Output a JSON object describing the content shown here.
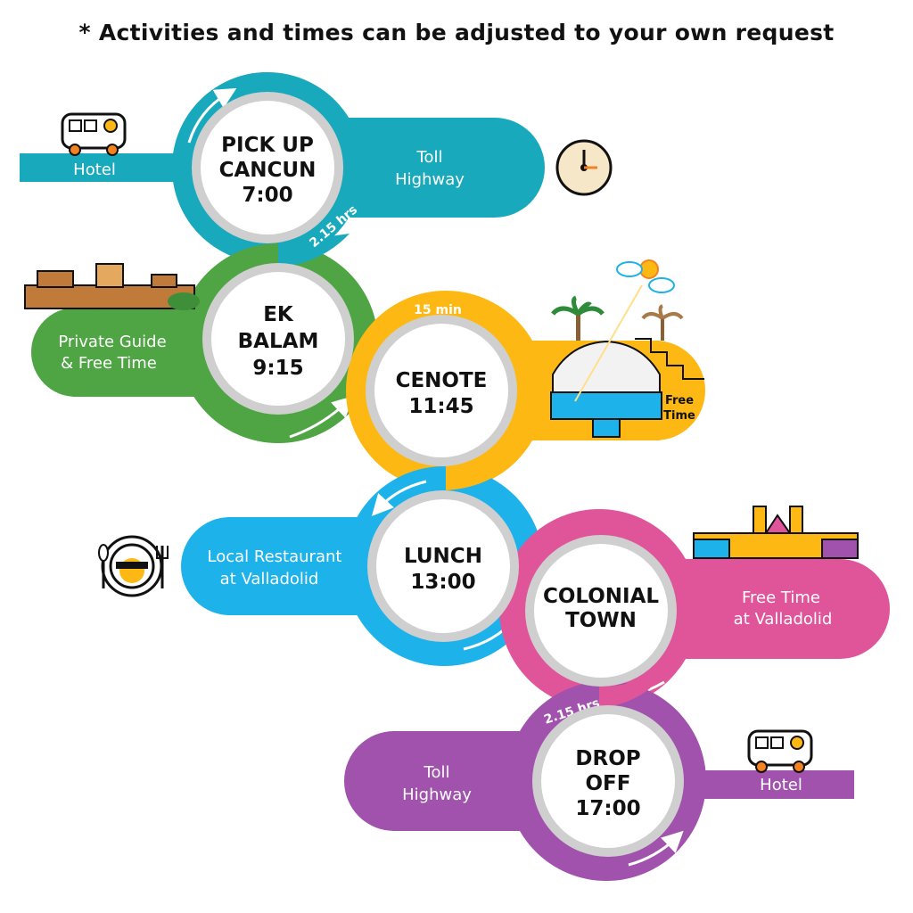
{
  "title": "* Activities and times can be adjusted to your own request",
  "colors": {
    "teal": "#19A9BC",
    "green": "#4FA444",
    "orange": "#FDB813",
    "blue": "#1DB2EA",
    "pink": "#E0559A",
    "purple": "#A052AC",
    "ring": "#CFCFCF"
  },
  "stops": {
    "pickup": {
      "line1": "PICK UP",
      "line2": "CANCUN",
      "line3": "7:00"
    },
    "ekbalam": {
      "line1": "EK",
      "line2": "BALAM",
      "line3": "9:15"
    },
    "cenote": {
      "line1": "CENOTE",
      "line2": "11:45"
    },
    "lunch": {
      "line1": "LUNCH",
      "line2": "13:00"
    },
    "colonial": {
      "line1": "COLONIAL",
      "line2": "TOWN"
    },
    "dropoff": {
      "line1": "DROP",
      "line2": "OFF",
      "line3": "17:00"
    }
  },
  "labels": {
    "hotel_start": "Hotel",
    "toll1_line1": "Toll",
    "toll1_line2": "Highway",
    "guide_line1": "Private Guide",
    "guide_line2": "& Free Time",
    "cenote_free_line1": "Free",
    "cenote_free_line2": "Time",
    "restaurant_line1": "Local Restaurant",
    "restaurant_line2": "at Valladolid",
    "valladolid_line1": "Free Time",
    "valladolid_line2": "at Valladolid",
    "toll2_line1": "Toll",
    "toll2_line2": "Highway",
    "hotel_end": "Hotel"
  },
  "durations": {
    "d1": "2.15 hrs",
    "d2": "15 min",
    "d3": "2.15 hrs"
  },
  "icons": [
    "van-icon",
    "clock-icon",
    "ruins-icon",
    "cenote-icon",
    "plate-icon",
    "church-icon",
    "van-icon"
  ]
}
